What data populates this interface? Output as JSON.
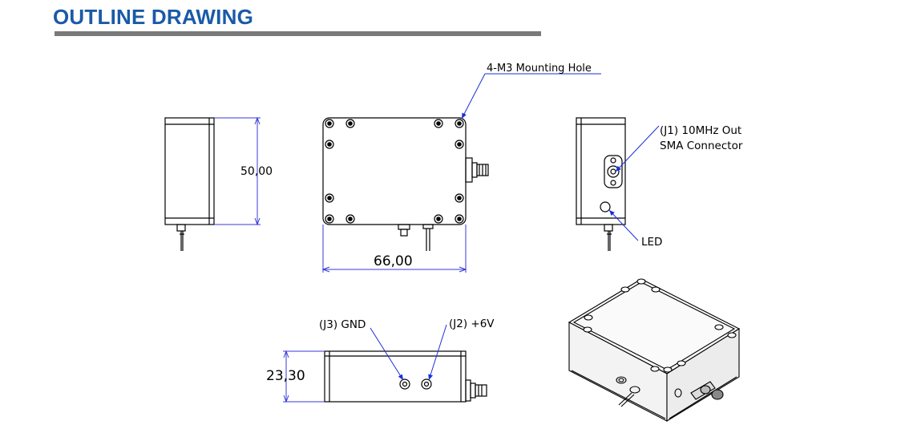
{
  "header": {
    "title": "OUTLINE DRAWING"
  },
  "labels": {
    "mounting_hole": "4-M3 Mounting Hole",
    "j1_line1": "(J1) 10MHz Out",
    "j1_line2": "SMA Connector",
    "led": "LED",
    "j3": "(J3) GND",
    "j2": "(J2) +6V"
  },
  "dimensions": {
    "height": "50,00",
    "width": "66,00",
    "depth": "23,30"
  },
  "colors": {
    "title": "#1a5aa8",
    "leader": "#1a2fd8",
    "dimension": "#3a3ad8"
  }
}
